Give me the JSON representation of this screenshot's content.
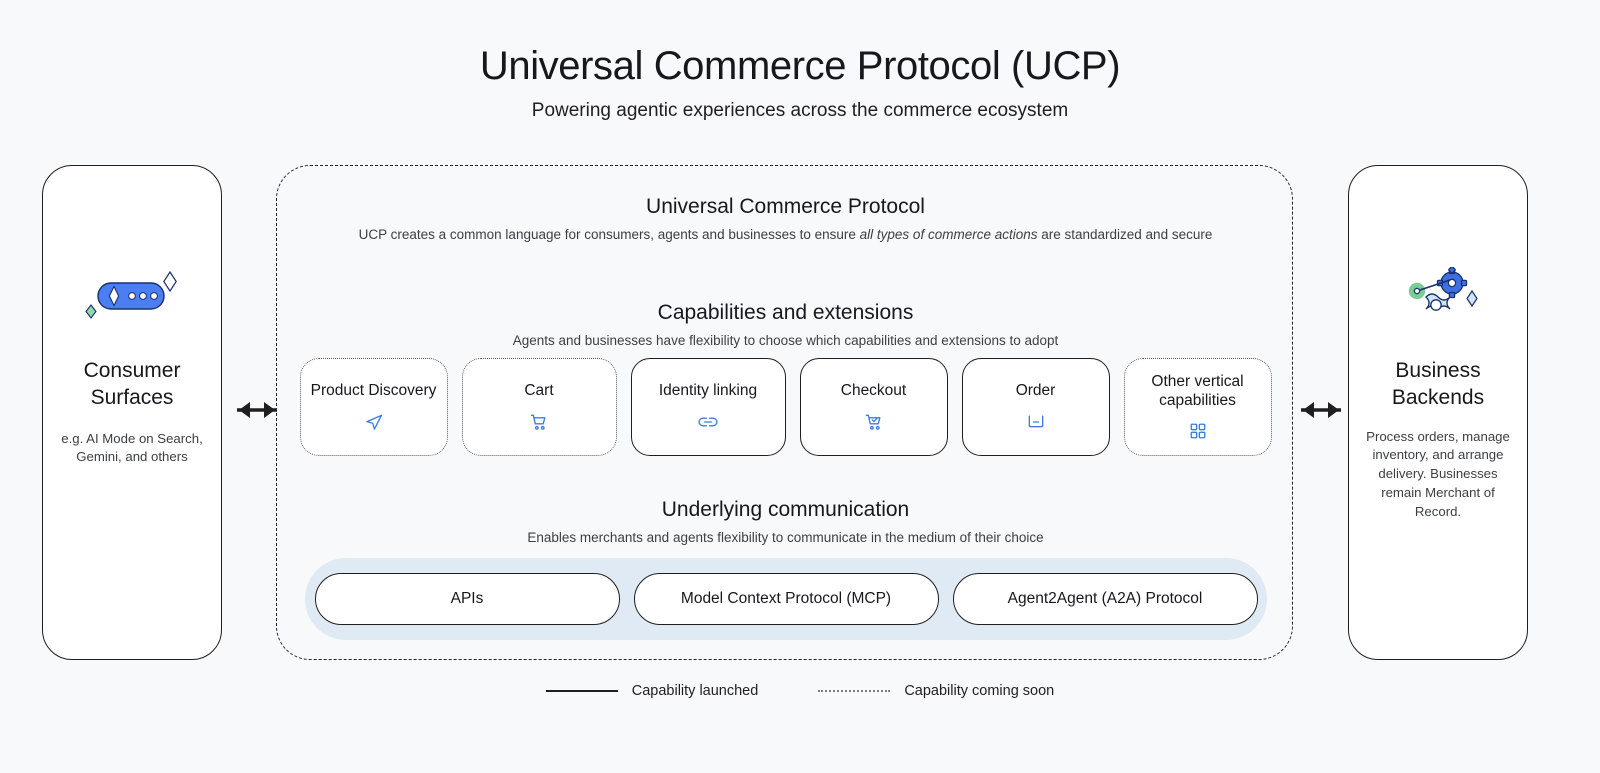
{
  "header": {
    "title": "Universal Commerce Protocol (UCP)",
    "subtitle": "Powering agentic experiences across the commerce ecosystem"
  },
  "left_panel": {
    "icon": "ai-sparkle-pill-icon",
    "title": "Consumer Surfaces",
    "description": "e.g. AI Mode on Search, Gemini, and others"
  },
  "right_panel": {
    "icon": "gears-cog-icon",
    "title": "Business Backends",
    "description": "Process orders, manage inventory, and arrange delivery. Businesses remain Merchant of Record."
  },
  "arrows": {
    "left": "↔",
    "right": "↔"
  },
  "ucp": {
    "protocol": {
      "title": "Universal Commerce Protocol",
      "subtitle_before": "UCP creates a common language for consumers, agents and businesses to ensure ",
      "subtitle_em": "all types of commerce actions",
      "subtitle_after": " are standardized and secure"
    },
    "capabilities": {
      "title": "Capabilities and extensions",
      "subtitle": "Agents and businesses have flexibility to choose which capabilities and extensions to adopt",
      "cards": [
        {
          "label": "Product Discovery",
          "icon": "send-arrow-icon",
          "status": "soon"
        },
        {
          "label": "Cart",
          "icon": "shopping-cart-icon",
          "status": "soon"
        },
        {
          "label": "Identity linking",
          "icon": "link-chain-icon",
          "status": "launched"
        },
        {
          "label": "Checkout",
          "icon": "cart-check-icon",
          "status": "launched"
        },
        {
          "label": "Order",
          "icon": "package-basket-icon",
          "status": "launched"
        },
        {
          "label": "Other vertical capabilities",
          "icon": "grid-squares-icon",
          "status": "soon"
        }
      ]
    },
    "communication": {
      "title": "Underlying communication",
      "subtitle": "Enables merchants and agents flexibility to communicate in the medium of their choice",
      "pills": [
        "APIs",
        "Model Context Protocol (MCP)",
        "Agent2Agent (A2A) Protocol"
      ]
    }
  },
  "legend": {
    "launched": "Capability launched",
    "coming_soon": "Capability coming soon"
  },
  "colors": {
    "background": "#f8f9fb",
    "accent_blue": "#4285F4",
    "icon_blue": "#3b7ddd",
    "comm_shell": "#dfeaf4",
    "green": "#81c995",
    "ink": "#1f1f1f"
  }
}
